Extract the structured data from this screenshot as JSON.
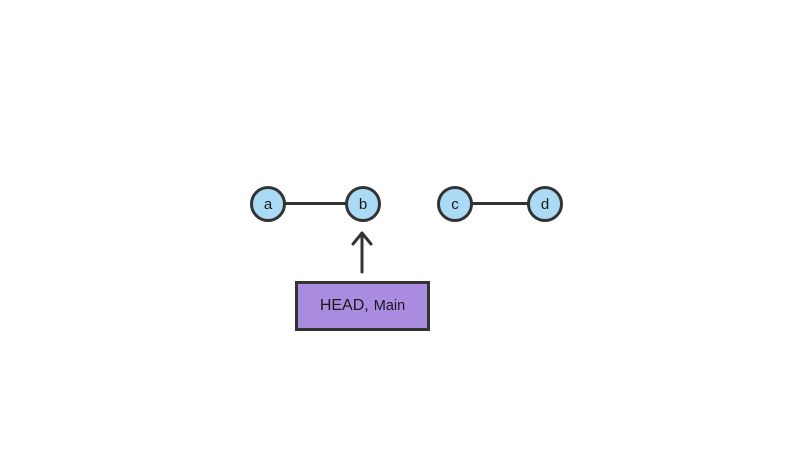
{
  "diagram_type": "git-commit-graph",
  "colors": {
    "background": "#ffffff",
    "node_fill": "#ABDAF5",
    "node_stroke": "#333333",
    "edge": "#333333",
    "box_fill": "#A98BE0",
    "box_stroke": "#333333",
    "text": "#1a1a1a"
  },
  "nodes": [
    {
      "id": "a",
      "label": "a"
    },
    {
      "id": "b",
      "label": "b"
    },
    {
      "id": "c",
      "label": "c"
    },
    {
      "id": "d",
      "label": "d"
    }
  ],
  "edges": [
    {
      "from": "a",
      "to": "b"
    },
    {
      "from": "c",
      "to": "d"
    }
  ],
  "pointer": {
    "target": "b",
    "label_primary": "HEAD,",
    "label_secondary": "Main"
  }
}
